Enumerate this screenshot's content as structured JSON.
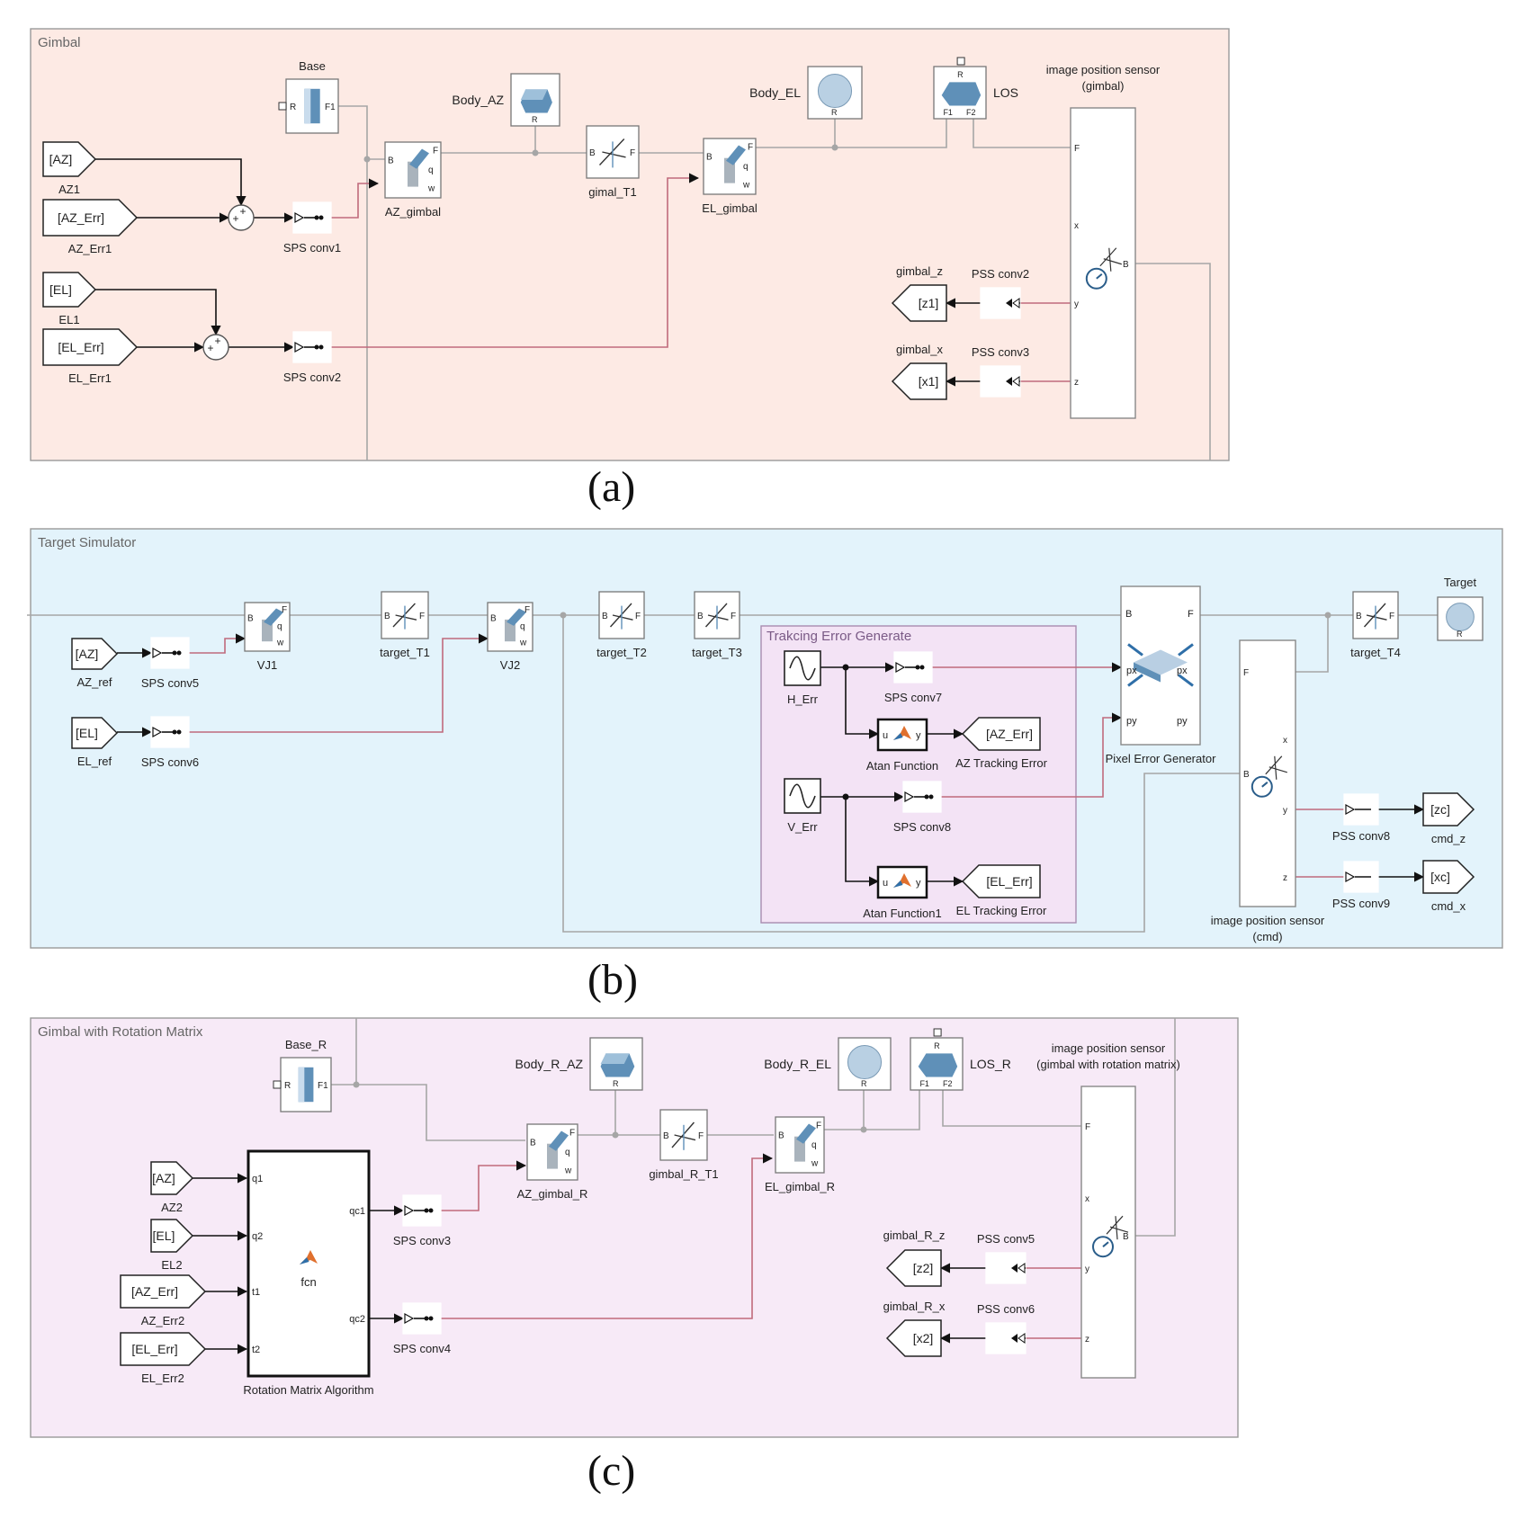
{
  "panels": {
    "a": {
      "title": "Gimbal",
      "caption": "(a)",
      "blocks": {
        "base": "Base",
        "body_az": "Body_AZ",
        "body_el": "Body_EL",
        "los": "LOS",
        "sensor_l1": "image position sensor",
        "sensor_l2": "(gimbal)",
        "az_gimbal": "AZ_gimbal",
        "el_gimbal": "EL_gimbal",
        "gimal_t1": "gimal_T1",
        "sps_conv1": "SPS conv1",
        "sps_conv2": "SPS conv2",
        "pss_conv2": "PSS conv2",
        "pss_conv3": "PSS conv3",
        "az_from": "[AZ]",
        "az_from_label": "AZ1",
        "az_err_from": "[AZ_Err]",
        "az_err_from_label": "AZ_Err1",
        "el_from": "[EL]",
        "el_from_label": "EL1",
        "el_err_from": "[EL_Err]",
        "el_err_from_label": "EL_Err1",
        "goto_z": "[z1]",
        "goto_z_label": "gimbal_z",
        "goto_x": "[x1]",
        "goto_x_label": "gimbal_x"
      }
    },
    "b": {
      "title": "Target Simulator",
      "caption": "(b)",
      "blocks": {
        "az_from": "[AZ]",
        "az_ref": "AZ_ref",
        "el_from": "[EL]",
        "el_ref": "EL_ref",
        "sps_conv5": "SPS conv5",
        "sps_conv6": "SPS conv6",
        "vj1": "VJ1",
        "vj2": "VJ2",
        "target_t1": "target_T1",
        "target_t2": "target_T2",
        "target_t3": "target_T3",
        "target_t4": "target_T4",
        "target": "Target",
        "tracking_title": "Trakcing Error Generate",
        "h_err": "H_Err",
        "v_err": "V_Err",
        "sps_conv7": "SPS conv7",
        "sps_conv8": "SPS conv8",
        "atan": "Atan Function",
        "atan1": "Atan Function1",
        "az_track_goto": "[AZ_Err]",
        "az_track_label": "AZ Tracking Error",
        "el_track_goto": "[EL_Err]",
        "el_track_label": "EL Tracking Error",
        "pixel_gen": "Pixel Error Generator",
        "sensor_l1": "image position sensor",
        "sensor_l2": "(cmd)",
        "pss_conv8": "PSS conv8",
        "pss_conv9": "PSS conv9",
        "zc": "[zc]",
        "cmd_z": "cmd_z",
        "xc": "[xc]",
        "cmd_x": "cmd_x"
      }
    },
    "c": {
      "title": "Gimbal with Rotation Matrix",
      "caption": "(c)",
      "blocks": {
        "base_r": "Base_R",
        "body_r_az": "Body_R_AZ",
        "body_r_el": "Body_R_EL",
        "los_r": "LOS_R",
        "sensor_l1": "image position sensor",
        "sensor_l2": "(gimbal with rotation matrix)",
        "az_gimbal_r": "AZ_gimbal_R",
        "el_gimbal_r": "EL_gimbal_R",
        "gimbal_r_t1": "gimbal_R_T1",
        "sps_conv3": "SPS conv3",
        "sps_conv4": "SPS conv4",
        "pss_conv5": "PSS conv5",
        "pss_conv6": "PSS conv6",
        "az2_from": "[AZ]",
        "az2": "AZ2",
        "el2_from": "[EL]",
        "el2": "EL2",
        "az_err2_from": "[AZ_Err]",
        "az_err2": "AZ_Err2",
        "el_err2_from": "[EL_Err]",
        "el_err2": "EL_Err2",
        "fcn": "fcn",
        "rma": "Rotation Matrix Algorithm",
        "goto_z2": "[z2]",
        "gimbal_r_z": "gimbal_R_z",
        "goto_x2": "[x2]",
        "gimbal_r_x": "gimbal_R_x"
      }
    }
  },
  "ports": {
    "R": "R",
    "F1": "F1",
    "B": "B",
    "F": "F",
    "q": "q",
    "w": "w",
    "x": "x",
    "y": "y",
    "z": "z",
    "px": "px",
    "py": "py",
    "u": "u",
    "plus": "+",
    "q1": "q1",
    "q2": "q2",
    "t1": "t1",
    "t2": "t2",
    "qc1": "qc1",
    "qc2": "qc2",
    "fr1": "F1",
    "fr2": "F2"
  },
  "colors": {
    "panel_a_bg": "#fdeae4",
    "panel_b_bg": "#e3f3fb",
    "panel_c_bg": "#f7eaf7",
    "tracking_bg": "#f3e3f5",
    "signal_line": "#111111",
    "physical_line": "#a6a6a6",
    "converted_line": "#c06a7c",
    "block_blue": "#5f90b8"
  }
}
